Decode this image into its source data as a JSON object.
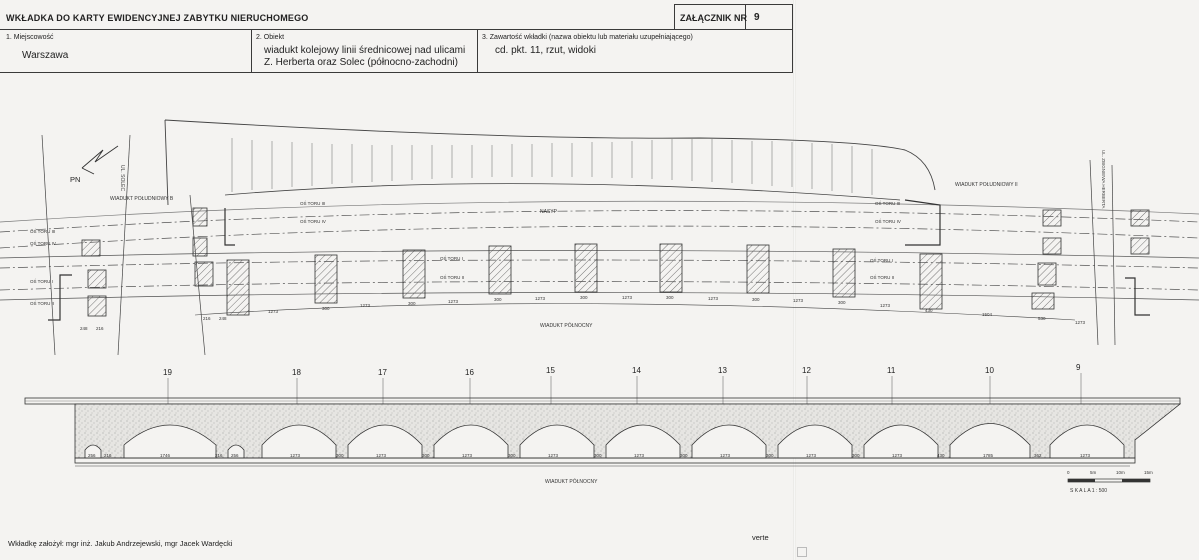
{
  "header": {
    "title": "WKŁADKA DO KARTY EWIDENCYJNEJ ZABYTKU NIERUCHOMEGO",
    "annex_label": "ZAŁĄCZNIK NR",
    "annex_number": "9",
    "field1": {
      "label": "1. Miejscowość",
      "value": "Warszawa"
    },
    "field2": {
      "label": "2. Obiekt",
      "line1": "wiadukt kolejowy linii średnicowej nad ulicami",
      "line2": "Z. Herberta oraz Solec (północno-zachodni)"
    },
    "field3": {
      "label": "3. Zawartość wkładki (nazwa obiektu lub materiału uzupełniającego)",
      "value": "cd. pkt. 11, rzut, widoki"
    }
  },
  "plan": {
    "north": "PN",
    "street_left": "UL. SOLEC",
    "street_right": "UL. ZBIGNIEWA HERBERTA",
    "wiadukt_south_b": "WIADUKT POŁUDNIOWY B",
    "wiadukt_south_ii": "WIADUKT POŁUDNIOWY II",
    "wiadukt_north": "WIADUKT PÓŁNOCNY",
    "nasyp": "NASYP",
    "tracks_left": [
      "OŚ TORU III",
      "OŚ TORU IV",
      "OŚ TORU I",
      "OŚ TORU II"
    ],
    "tracks_mid": [
      "OŚ TORU III",
      "OŚ TORU IV",
      "OŚ TORU I",
      "OŚ TORU II"
    ],
    "tracks_right": [
      "OŚ TORU III",
      "OŚ TORU IV",
      "OŚ TORU I",
      "OŚ TORU II"
    ],
    "dims": [
      "1273",
      "300",
      "1273",
      "300",
      "1273",
      "300",
      "1273",
      "300",
      "1273",
      "300",
      "1273",
      "300",
      "1273",
      "300",
      "1273",
      "300",
      "1273",
      "430",
      "1504",
      "530",
      "1273"
    ],
    "dims_left": [
      "216",
      "248",
      "216",
      "248"
    ]
  },
  "elevation": {
    "piers": [
      "19",
      "18",
      "17",
      "16",
      "15",
      "14",
      "13",
      "12",
      "11",
      "10",
      "9"
    ],
    "label": "WIADUKT PÓŁNOCNY",
    "dims": [
      "256",
      "216",
      "1746",
      "216",
      "256",
      "1273",
      "300",
      "1273",
      "300",
      "1273",
      "300",
      "1273",
      "300",
      "1273",
      "300",
      "1273",
      "300",
      "1273",
      "300",
      "1273",
      "430",
      "1785",
      "362",
      "1273"
    ]
  },
  "scale": {
    "ticks": [
      "0",
      "5m",
      "10m",
      "15m"
    ],
    "label": "S K A L A   1 : 500"
  },
  "footer": {
    "author": "Wkładkę założył: mgr inż. Jakub Andrzejewski, mgr Jacek Wardęcki",
    "verte": "verte"
  }
}
